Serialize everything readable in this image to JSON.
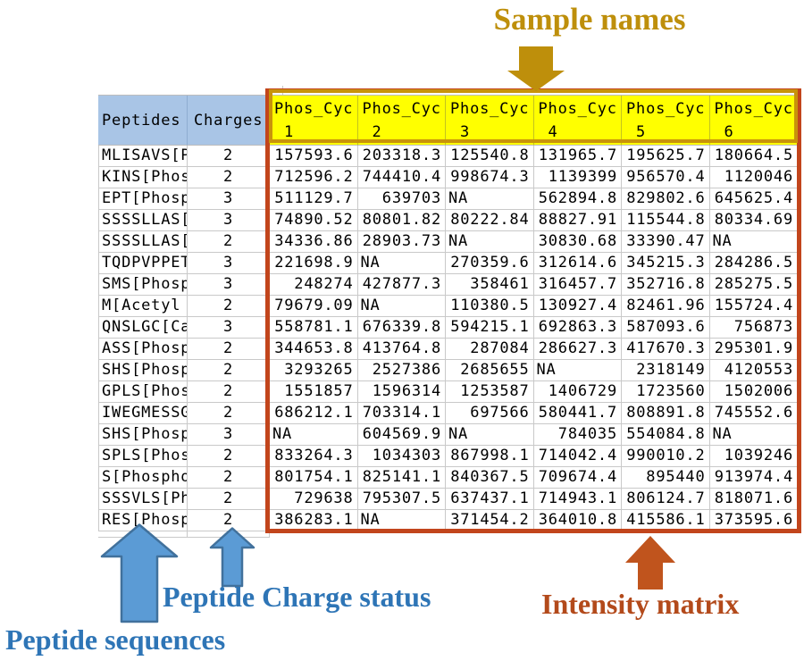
{
  "annotations": {
    "sample_names": "Sample names",
    "peptide_sequences": "Peptide sequences",
    "peptide_charge_status": "Peptide Charge status",
    "intensity_matrix": "Intensity matrix"
  },
  "colors": {
    "gold": "#BE8F0B",
    "gold_border": "#C8930B",
    "header_yellow": "#FFFF00",
    "header_blue": "#A9C5E6",
    "blue_label": "#2E75B6",
    "blue_arrow_fill": "#5B9BD5",
    "blue_arrow_stroke": "#41719C",
    "orange_label": "#B34A1B",
    "orange_arrow": "#C0541D",
    "red_border": "#C2451C",
    "grid": "#C9C9C9",
    "cell_text": "#000000"
  },
  "table": {
    "peptides_header": "Peptides",
    "charges_header": "Charges",
    "sample_headers": [
      {
        "line1": "Phos_Cyc",
        "line2": "_1"
      },
      {
        "line1": "Phos_Cyc",
        "line2": "_2"
      },
      {
        "line1": "Phos_Cyc",
        "line2": "_3"
      },
      {
        "line1": "Phos_Cyc",
        "line2": "_4"
      },
      {
        "line1": "Phos_Cyc",
        "line2": "_5"
      },
      {
        "line1": "Phos_Cyc",
        "line2": "_6"
      }
    ],
    "rows": [
      {
        "peptide": "MLISAVS[P",
        "charge": "2",
        "values": [
          "157593.6",
          "203318.3",
          "125540.8",
          "131965.7",
          "195625.7",
          "180664.5"
        ]
      },
      {
        "peptide": "KINS[Phos",
        "charge": "2",
        "values": [
          "712596.2",
          "744410.4",
          "998674.3",
          "1139399",
          "956570.4",
          "1120046"
        ]
      },
      {
        "peptide": "EPT[Phosp",
        "charge": "3",
        "values": [
          "511129.7",
          "639703",
          "NA",
          "562894.8",
          "829802.6",
          "645625.4"
        ]
      },
      {
        "peptide": "SSSSLLAS[",
        "charge": "3",
        "values": [
          "74890.52",
          "80801.82",
          "80222.84",
          "88827.91",
          "115544.8",
          "80334.69"
        ]
      },
      {
        "peptide": "SSSSLLAS[",
        "charge": "2",
        "values": [
          "34336.86",
          "28903.73",
          "NA",
          "30830.68",
          "33390.47",
          "NA"
        ]
      },
      {
        "peptide": "TQDPVPPET",
        "charge": "3",
        "values": [
          "221698.9",
          "NA",
          "270359.6",
          "312614.6",
          "345215.3",
          "284286.5"
        ]
      },
      {
        "peptide": "SMS[Phosp",
        "charge": "3",
        "values": [
          "248274",
          "427877.3",
          "358461",
          "316457.7",
          "352716.8",
          "285275.5"
        ]
      },
      {
        "peptide": "M[Acetyl",
        "charge": "2",
        "values": [
          "79679.09",
          "NA",
          "110380.5",
          "130927.4",
          "82461.96",
          "155724.4"
        ]
      },
      {
        "peptide": "QNSLGC[Ca",
        "charge": "3",
        "values": [
          "558781.1",
          "676339.8",
          "594215.1",
          "692863.3",
          "587093.6",
          "756873"
        ]
      },
      {
        "peptide": "ASS[Phosp",
        "charge": "2",
        "values": [
          "344653.8",
          "413764.8",
          "287084",
          "286627.3",
          "417670.3",
          "295301.9"
        ]
      },
      {
        "peptide": "SHS[Phosp",
        "charge": "2",
        "values": [
          "3293265",
          "2527386",
          "2685655",
          "NA",
          "2318149",
          "4120553"
        ]
      },
      {
        "peptide": "GPLS[Phos",
        "charge": "2",
        "values": [
          "1551857",
          "1596314",
          "1253587",
          "1406729",
          "1723560",
          "1502006"
        ]
      },
      {
        "peptide": "IWEGMESSG",
        "charge": "2",
        "values": [
          "686212.1",
          "703314.1",
          "697566",
          "580441.7",
          "808891.8",
          "745552.6"
        ]
      },
      {
        "peptide": "SHS[Phosp",
        "charge": "3",
        "values": [
          "NA",
          "604569.9",
          "NA",
          "784035",
          "554084.8",
          "NA"
        ]
      },
      {
        "peptide": "SPLS[Phos",
        "charge": "2",
        "values": [
          "833264.3",
          "1034303",
          "867998.1",
          "714042.4",
          "990010.2",
          "1039246"
        ]
      },
      {
        "peptide": "S[Phospho",
        "charge": "2",
        "values": [
          "801754.1",
          "825141.1",
          "840367.5",
          "709674.4",
          "895440",
          "913974.4"
        ]
      },
      {
        "peptide": "SSSVLS[Ph",
        "charge": "2",
        "values": [
          "729638",
          "795307.5",
          "637437.1",
          "714943.1",
          "806124.7",
          "818071.6"
        ]
      },
      {
        "peptide": "RES[Phosp",
        "charge": "2",
        "values": [
          "386283.1",
          "NA",
          "371454.2",
          "364010.8",
          "415586.1",
          "373595.6"
        ]
      }
    ]
  }
}
